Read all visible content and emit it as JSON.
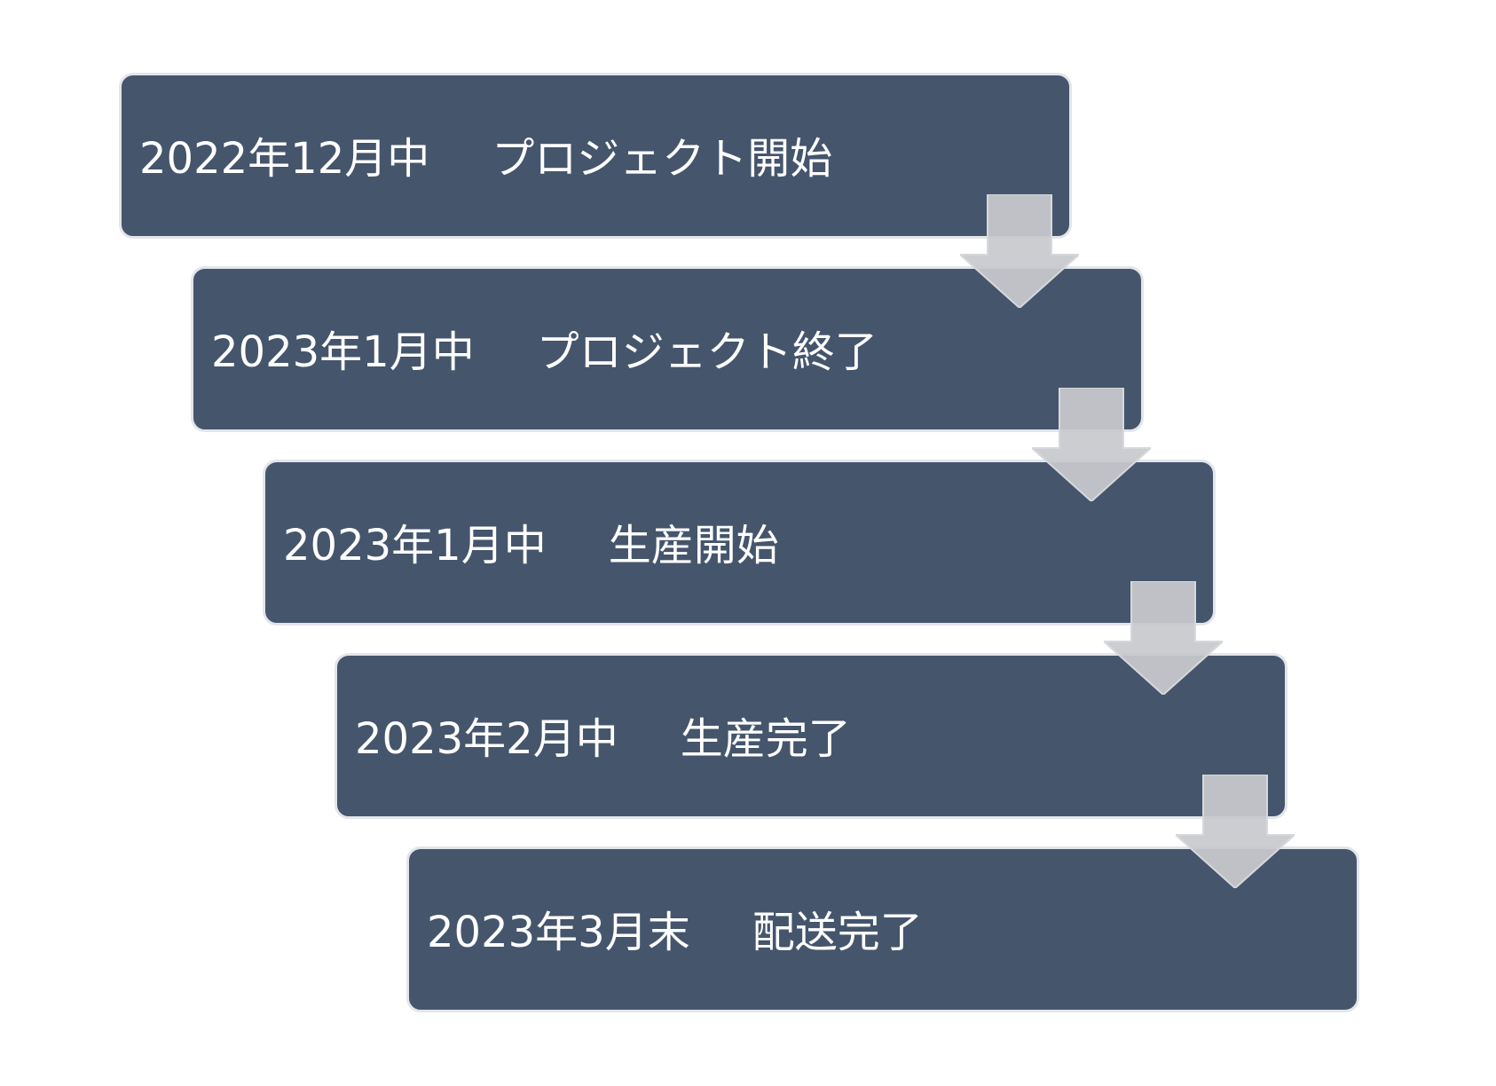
{
  "steps": [
    {
      "date": "2022年12月中",
      "event": "プロジェクト開始"
    },
    {
      "date": "2023年1月中",
      "event": "プロジェクト終了"
    },
    {
      "date": "2023年1月中",
      "event": "生産開始"
    },
    {
      "date": "2023年2月中",
      "event": "生産完了"
    },
    {
      "date": "2023年3月末",
      "event": "配送完了"
    }
  ],
  "colors": {
    "box": "#45556c",
    "border": "#e2e5ea",
    "arrow": "#c8c9ce"
  }
}
